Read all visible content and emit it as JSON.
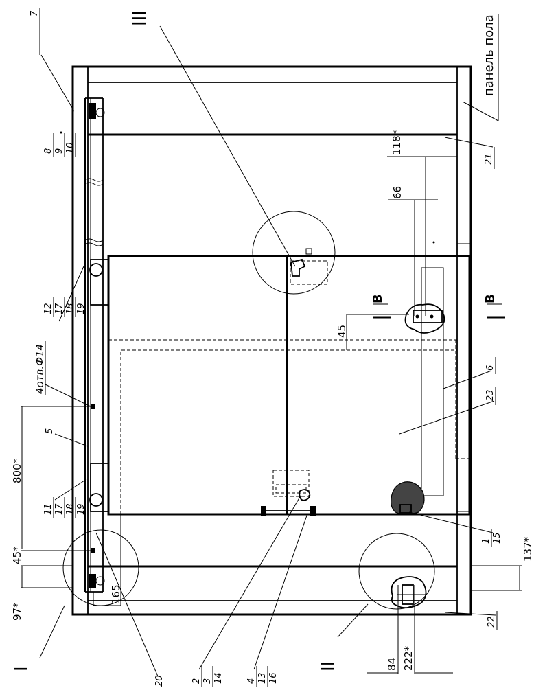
{
  "labels": {
    "floor_panel": "панель пола",
    "hole_note": "4отв.Ф14",
    "view_1": "I",
    "view_2": "II",
    "view_3": "III",
    "section_b": "В"
  },
  "dimensions": {
    "d118": "118*",
    "d66": "66",
    "d45_right": "45",
    "d800": "800*",
    "d45_left": "45*",
    "d97": "97*",
    "d165": "165",
    "d137": "137*",
    "d84": "84",
    "d222": "222*"
  },
  "positions": {
    "p1": "1",
    "p2": "2",
    "p3": "3",
    "p4": "4",
    "p5": "5",
    "p6": "6",
    "p7": "7",
    "p8": "8",
    "p9": "9",
    "p10": "10",
    "p11": "11",
    "p12": "12",
    "p13": "13",
    "p14": "14",
    "p15": "15",
    "p16": "16",
    "p17a": "17",
    "p17b": "17",
    "p18a": "18",
    "p18b": "18",
    "p19a": "19",
    "p19b": "19",
    "p20": "20",
    "p21": "21",
    "p22": "22",
    "p23": "23"
  }
}
